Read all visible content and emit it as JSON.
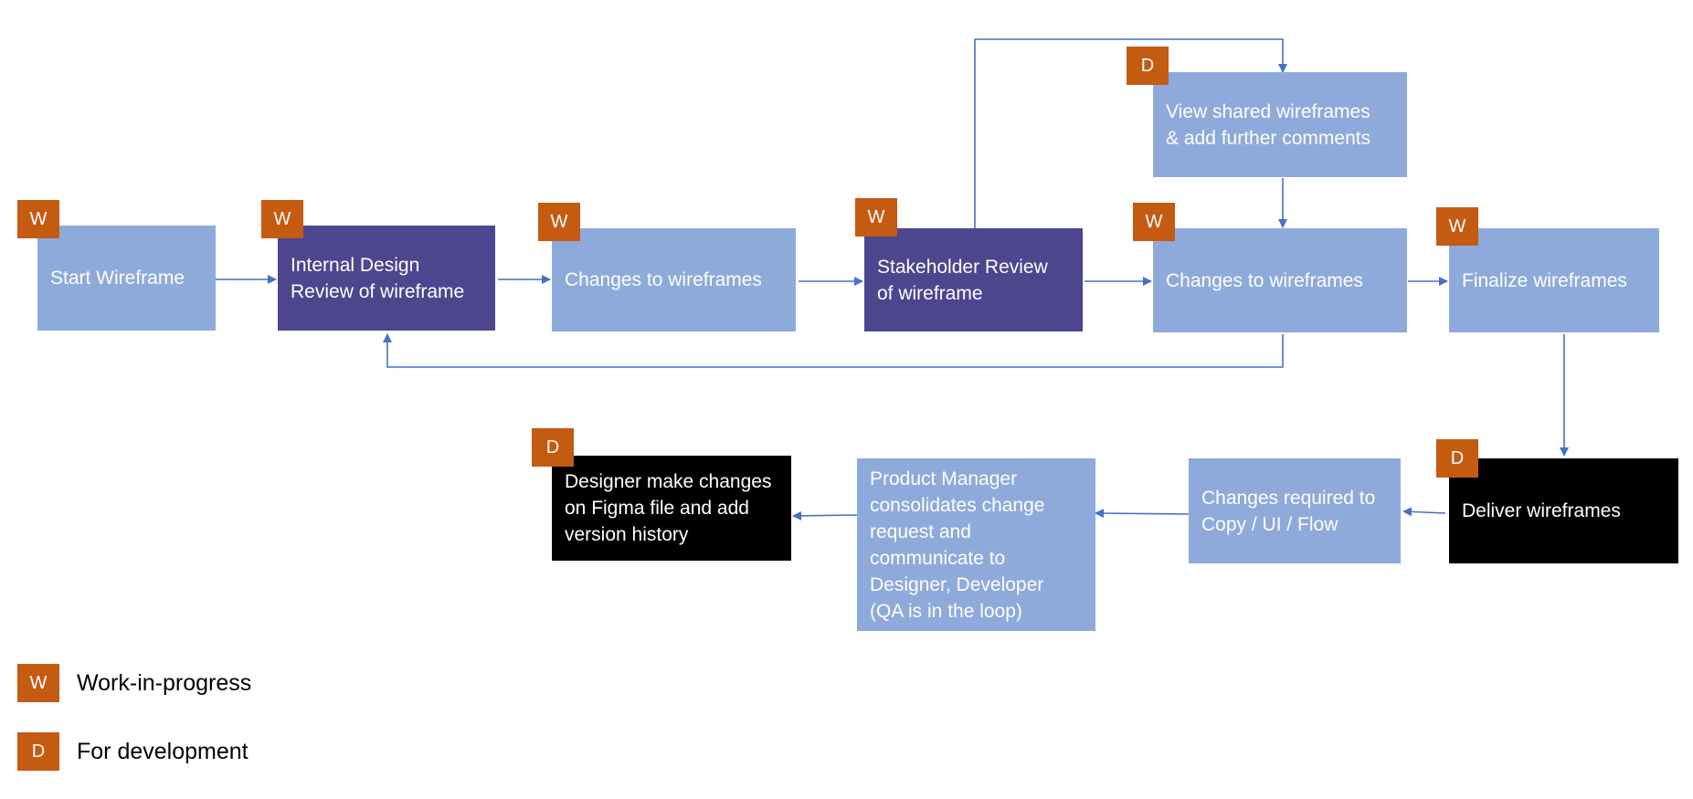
{
  "colors": {
    "light_box": "#8eaadb",
    "dark_box": "#4e458f",
    "black_box": "#000000",
    "badge": "#c55a11",
    "connector": "#4472c4"
  },
  "nodes": {
    "start": {
      "label": "Start Wireframe",
      "badge": "W"
    },
    "internal_review": {
      "label": "Internal Design\nReview of wireframe",
      "badge": "W"
    },
    "changes_1": {
      "label": "Changes to wireframes",
      "badge": "W"
    },
    "stakeholder_review": {
      "label": "Stakeholder Review\nof wireframe",
      "badge": "W"
    },
    "view_shared": {
      "label": "View shared wireframes\n& add further comments",
      "badge": "D"
    },
    "changes_2": {
      "label": "Changes to wireframes",
      "badge": "W"
    },
    "finalize": {
      "label": "Finalize wireframes",
      "badge": "W"
    },
    "deliver": {
      "label": "Deliver wireframes",
      "badge": "D"
    },
    "changes_required": {
      "label": "Changes required to\nCopy / UI / Flow"
    },
    "pm_consolidates": {
      "label": "Product Manager\nconsolidates change\nrequest and\ncommunicate to\nDesigner, Developer\n(QA is in the loop)"
    },
    "designer_changes": {
      "label": "Designer make changes\non Figma file and add\nversion history",
      "badge": "D"
    }
  },
  "legend": [
    {
      "badge": "W",
      "label": "Work-in-progress"
    },
    {
      "badge": "D",
      "label": "For development"
    }
  ]
}
